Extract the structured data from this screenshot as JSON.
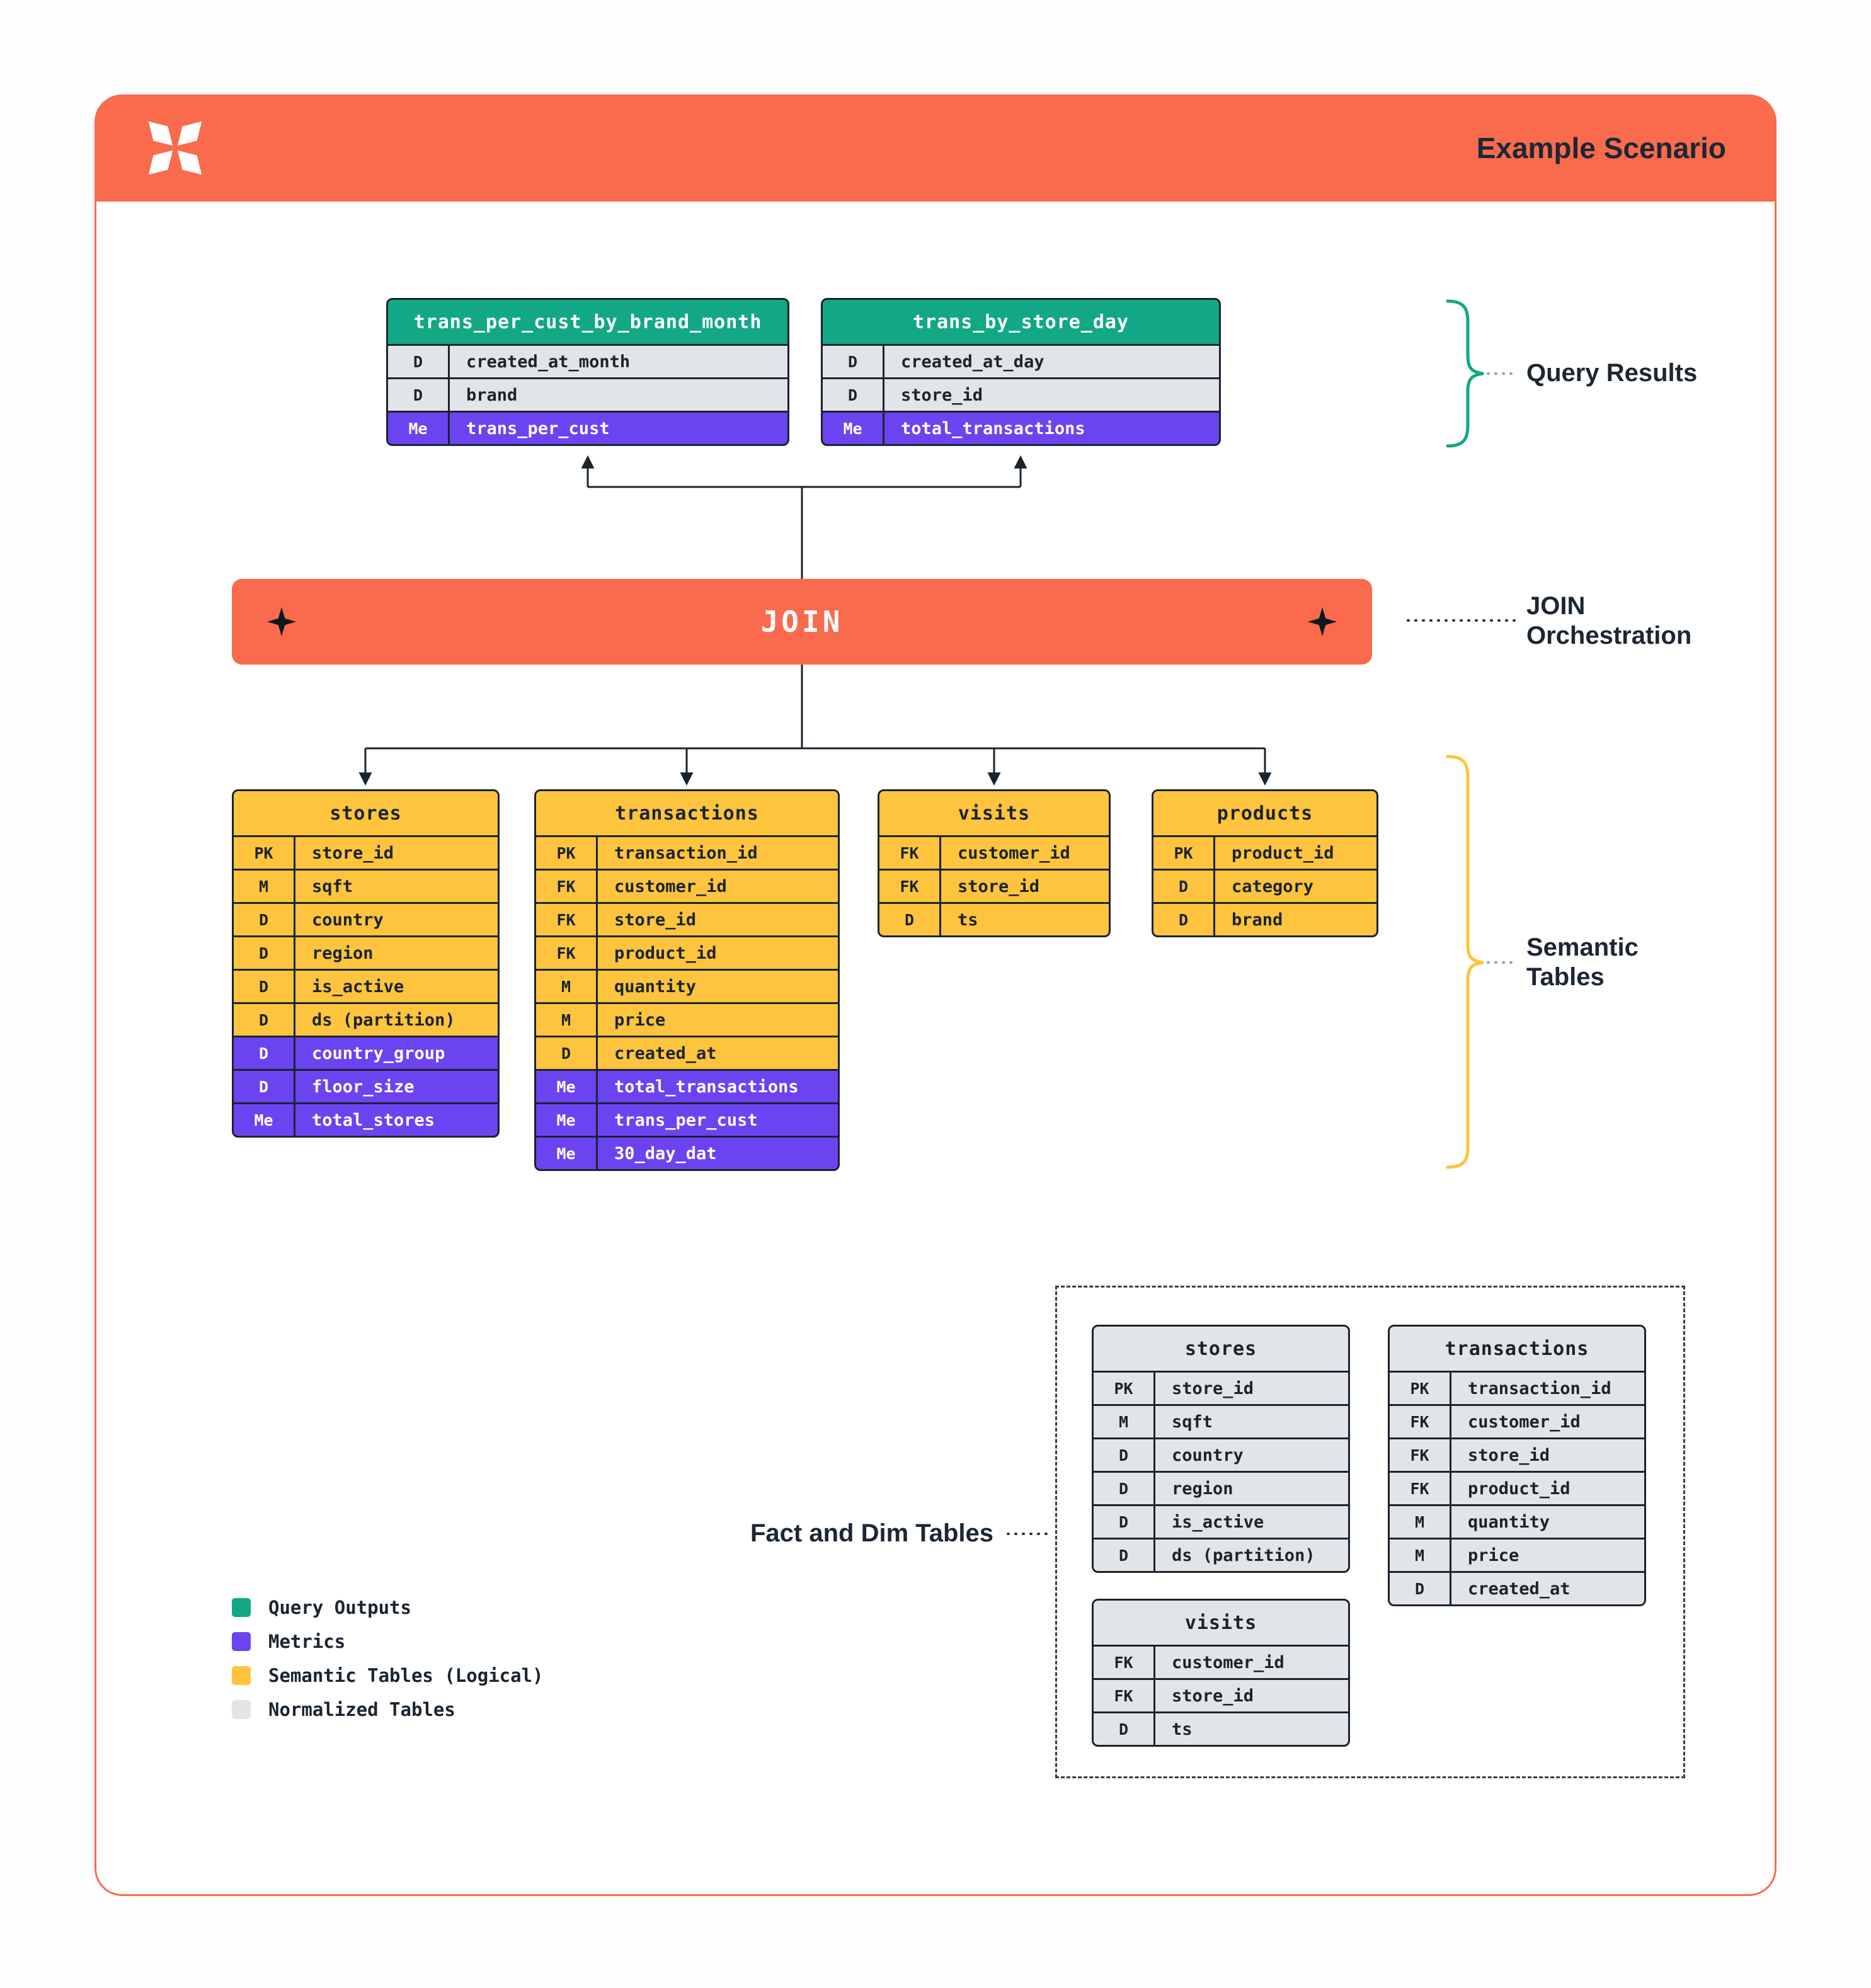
{
  "header": {
    "title": "Example Scenario",
    "logo_icon": "pinwheel-x-logo"
  },
  "join": {
    "label": "JOIN",
    "diamond_icon": "four-pointed-star"
  },
  "annotations": {
    "query_results": "Query Results",
    "join_orchestration": [
      "JOIN",
      "Orchestration"
    ],
    "semantic_tables": [
      "Semantic",
      "Tables"
    ],
    "fact_dim": "Fact and Dim Tables"
  },
  "query_tables": [
    {
      "title": "trans_per_cust_by_brand_month",
      "rows": [
        [
          "D",
          "created_at_month"
        ],
        [
          "D",
          "brand"
        ]
      ],
      "metrics": [
        [
          "Me",
          "trans_per_cust"
        ]
      ]
    },
    {
      "title": "trans_by_store_day",
      "rows": [
        [
          "D",
          "created_at_day"
        ],
        [
          "D",
          "store_id"
        ]
      ],
      "metrics": [
        [
          "Me",
          "total_transactions"
        ]
      ]
    }
  ],
  "semantic_tables": [
    {
      "title": "stores",
      "rows": [
        [
          "PK",
          "store_id"
        ],
        [
          "M",
          "sqft"
        ],
        [
          "D",
          "country"
        ],
        [
          "D",
          "region"
        ],
        [
          "D",
          "is_active"
        ],
        [
          "D",
          "ds (partition)"
        ]
      ],
      "metrics": [
        [
          "D",
          "country_group"
        ],
        [
          "D",
          "floor_size"
        ],
        [
          "Me",
          "total_stores"
        ]
      ]
    },
    {
      "title": "transactions",
      "rows": [
        [
          "PK",
          "transaction_id"
        ],
        [
          "FK",
          "customer_id"
        ],
        [
          "FK",
          "store_id"
        ],
        [
          "FK",
          "product_id"
        ],
        [
          "M",
          "quantity"
        ],
        [
          "M",
          "price"
        ],
        [
          "D",
          "created_at"
        ]
      ],
      "metrics": [
        [
          "Me",
          "total_transactions"
        ],
        [
          "Me",
          "trans_per_cust"
        ],
        [
          "Me",
          "30_day_dat"
        ]
      ]
    },
    {
      "title": "visits",
      "rows": [
        [
          "FK",
          "customer_id"
        ],
        [
          "FK",
          "store_id"
        ],
        [
          "D",
          "ts"
        ]
      ],
      "metrics": []
    },
    {
      "title": "products",
      "rows": [
        [
          "PK",
          "product_id"
        ],
        [
          "D",
          "category"
        ],
        [
          "D",
          "brand"
        ]
      ],
      "metrics": []
    }
  ],
  "normalized_tables": [
    {
      "title": "stores",
      "rows": [
        [
          "PK",
          "store_id"
        ],
        [
          "M",
          "sqft"
        ],
        [
          "D",
          "country"
        ],
        [
          "D",
          "region"
        ],
        [
          "D",
          "is_active"
        ],
        [
          "D",
          "ds (partition)"
        ]
      ],
      "metrics": []
    },
    {
      "title": "transactions",
      "rows": [
        [
          "PK",
          "transaction_id"
        ],
        [
          "FK",
          "customer_id"
        ],
        [
          "FK",
          "store_id"
        ],
        [
          "FK",
          "product_id"
        ],
        [
          "M",
          "quantity"
        ],
        [
          "M",
          "price"
        ],
        [
          "D",
          "created_at"
        ]
      ],
      "metrics": []
    },
    {
      "title": "visits",
      "rows": [
        [
          "FK",
          "customer_id"
        ],
        [
          "FK",
          "store_id"
        ],
        [
          "D",
          "ts"
        ]
      ],
      "metrics": []
    }
  ],
  "legend": {
    "items": [
      {
        "label": "Query Outputs",
        "color": "#12A885"
      },
      {
        "label": "Metrics",
        "color": "#6C43F0"
      },
      {
        "label": "Semantic Tables (Logical)",
        "color": "#FFC43D"
      },
      {
        "label": "Normalized Tables",
        "color": "#E2E5E8"
      }
    ]
  },
  "colors": {
    "orange": "#F96B4C",
    "teal": "#12A885",
    "purple": "#6C43F0",
    "yellow": "#FFC43D",
    "table_gray": "#E2E5E8",
    "ink": "#1A242E"
  }
}
